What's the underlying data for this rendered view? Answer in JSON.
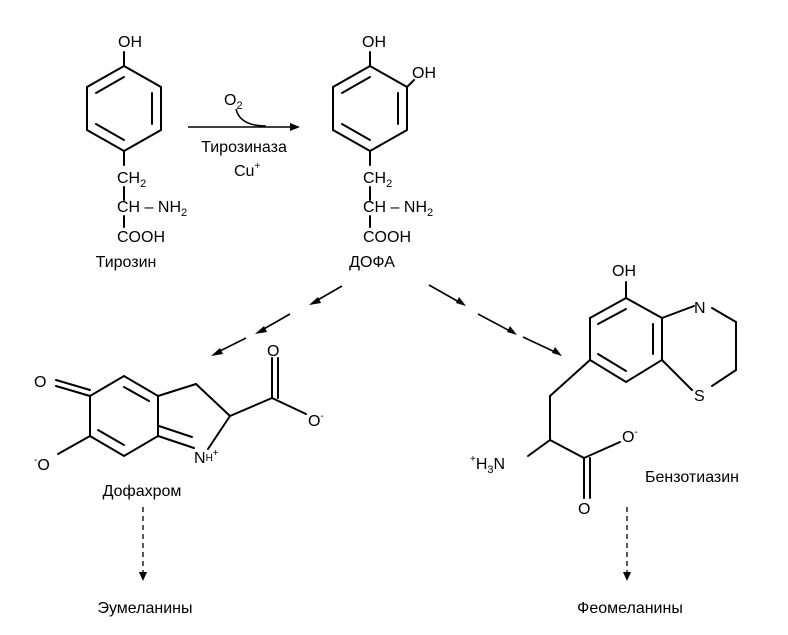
{
  "compounds": {
    "tyrosine": "Тирозин",
    "dopa": "ДОФА",
    "dopachrome": "Дофахром",
    "benzothiazine": "Бензотиазин",
    "eumelanins": "Эумеланины",
    "pheomelanins": "Феомеланины"
  },
  "reaction": {
    "oxygen": "O",
    "oxygen_sub": "2",
    "enzyme": "Тирозиназа",
    "cofactor": "Cu",
    "cofactor_charge": "+"
  },
  "groups": {
    "hydroxyl": "OH",
    "ch2": "CH",
    "ch2_sub": "2",
    "ch_amine": "CH – NH",
    "nh2_sub": "2",
    "carboxyl": "COOH",
    "oxo": "O",
    "oxide": "O",
    "negative": "-",
    "positive": "+",
    "imine_n": "N",
    "nitrogen": "N",
    "sulfur": "S",
    "ammonium_h": "H",
    "ammonium_sub": "3",
    "ammonium_n": "N"
  }
}
